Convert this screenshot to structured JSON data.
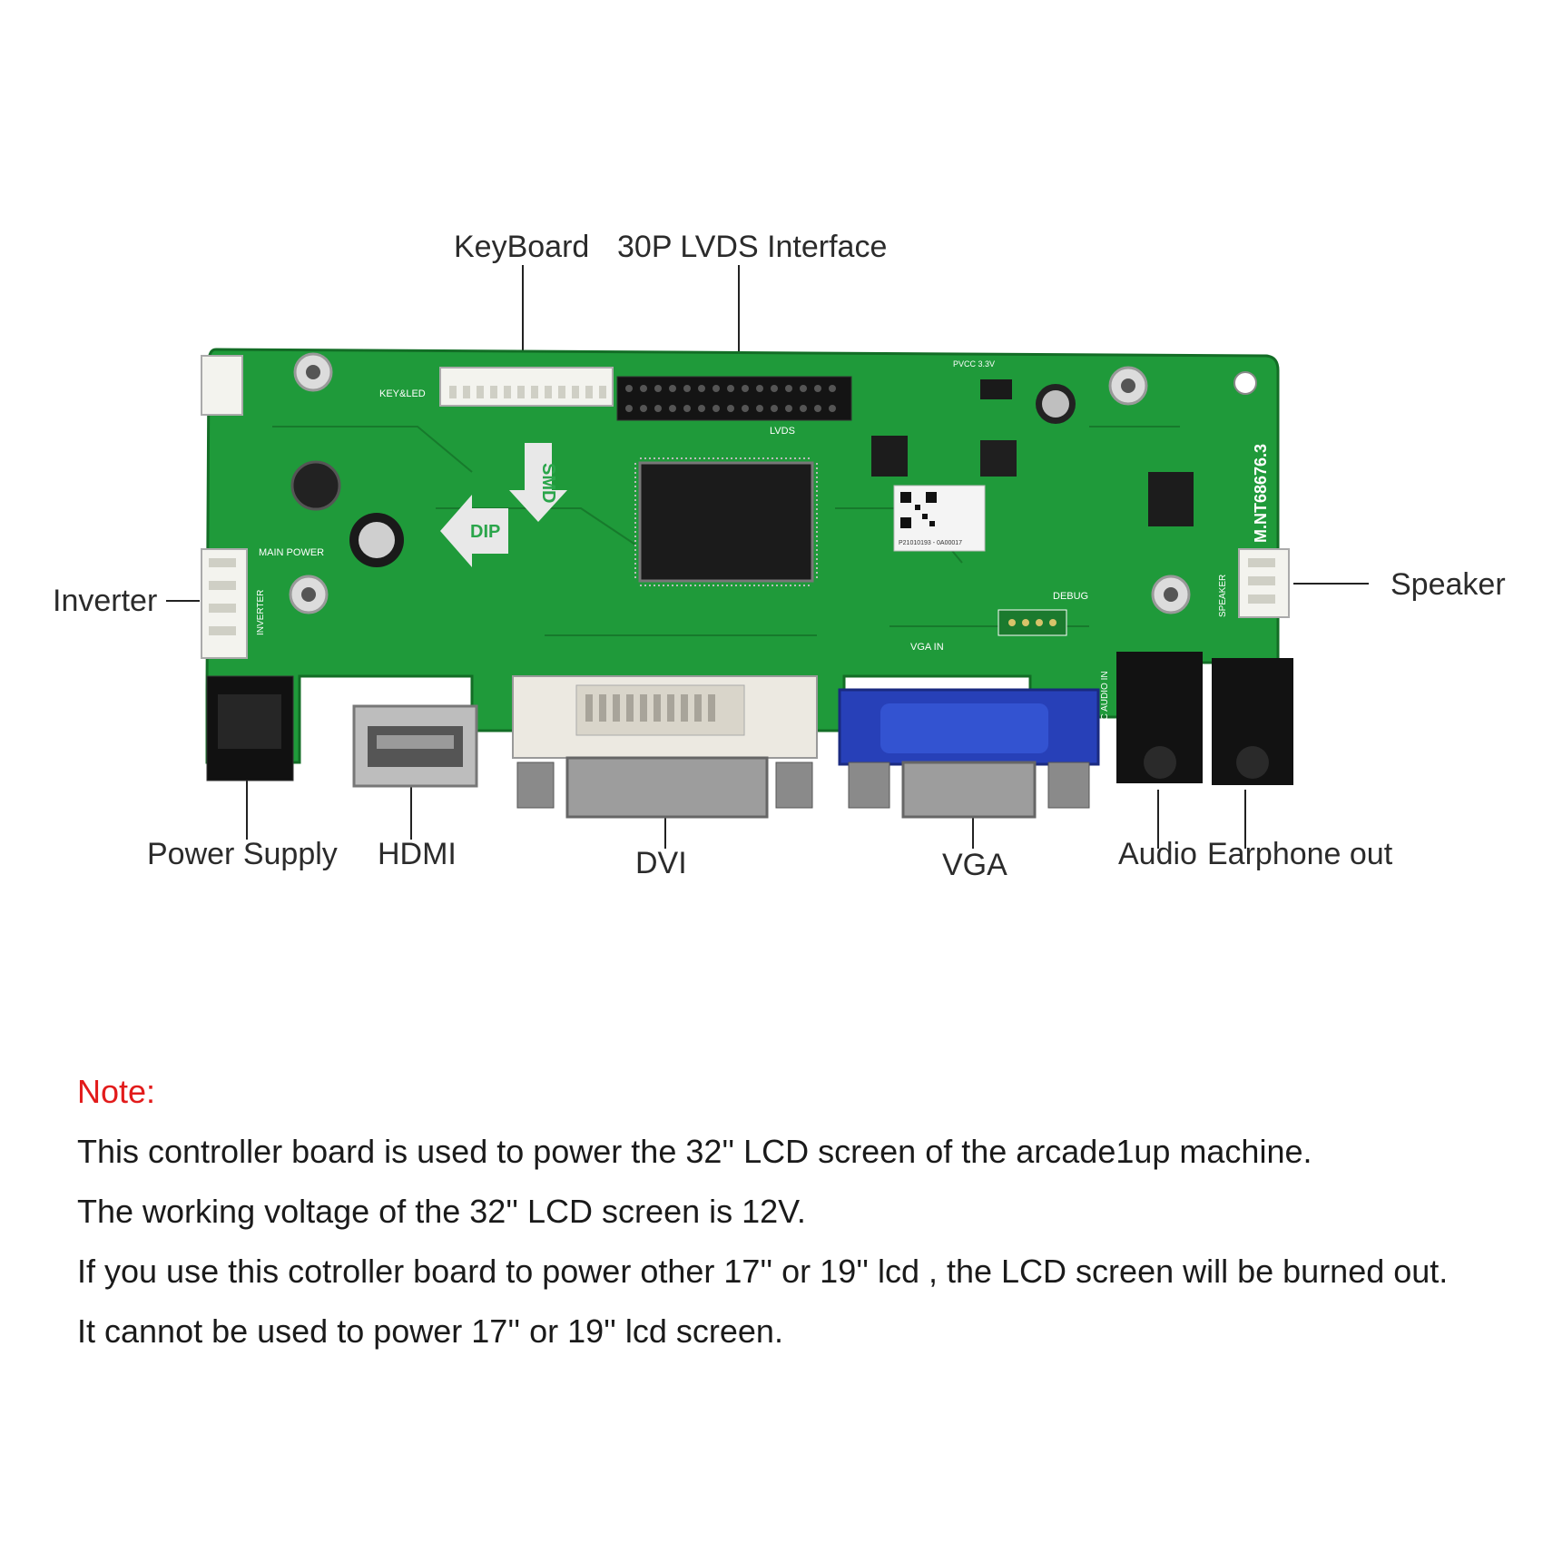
{
  "labels": {
    "keyboard": "KeyBoard",
    "lvds": "30P LVDS Interface",
    "inverter": "Inverter",
    "speaker": "Speaker",
    "power_supply": "Power Supply",
    "hdmi": "HDMI",
    "dvi": "DVI",
    "vga": "VGA",
    "audio": "Audio",
    "earphone": "Earphone out"
  },
  "silkscreen": {
    "model": "M.NT68676.3",
    "key_led": "KEY&LED",
    "lvds": "LVDS",
    "smd": "SMD",
    "dip": "DIP",
    "main_power": "MAIN POWER",
    "inverter": "INVERTER",
    "speaker": "SPEAKER",
    "debug": "DEBUG",
    "vga_in": "VGA IN",
    "pc_audio_in": "PC AUDIO IN",
    "pvcc": "PVCC 3.3V",
    "qr_serial": "P21010193 - 0A00017"
  },
  "note": {
    "title": "Note:",
    "lines": [
      "This controller board is used to power the 32'' LCD screen of the arcade1up machine.",
      "The working voltage of the 32'' LCD screen is 12V.",
      "If you use this cotroller board to power other 17'' or 19'' lcd , the LCD screen will be burned out.",
      "It cannot be used to power 17'' or 19'' lcd screen."
    ]
  },
  "colors": {
    "pcb": "#1f9a3a",
    "pcb_dark": "#177a2c",
    "note_title": "#e21b1b",
    "vga_blue": "#2740b8"
  }
}
